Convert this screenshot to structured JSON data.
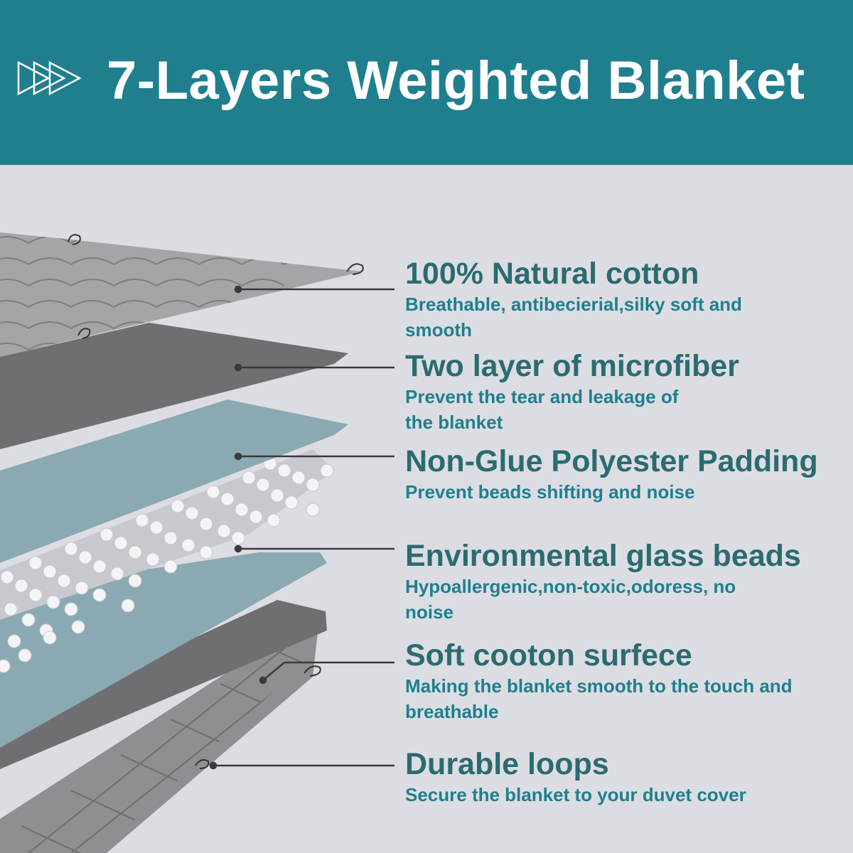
{
  "title": "7-Layers Weighted Blanket",
  "colors": {
    "banner": "#1f7f8f",
    "background": "#dcdde2",
    "feature_title": "#2b6b71",
    "feature_desc": "#1f7f8f",
    "cotton_layer": "#a5a5a8",
    "microfiber_layer": "#6f6f72",
    "padding_layer": "#8ba9b2",
    "surface_layer": "#8f8f93"
  },
  "features": [
    {
      "name": "100% Natural cotton",
      "description": "Breathable, antibecierial,silky soft and smooth"
    },
    {
      "name": "Two layer of microfiber",
      "description": "Prevent the tear and leakage of the blanket"
    },
    {
      "name": "Non-Glue Polyester Padding",
      "description": "Prevent beads shifting and noise"
    },
    {
      "name": "Environmental glass beads",
      "description": "Hypoallergenic,non-toxic,odoress, no noise"
    },
    {
      "name": "Soft cooton surfece",
      "description": "Making the blanket smooth to the touch and breathable"
    },
    {
      "name": "Durable loops",
      "description": "Secure the blanket to your duvet cover"
    }
  ]
}
